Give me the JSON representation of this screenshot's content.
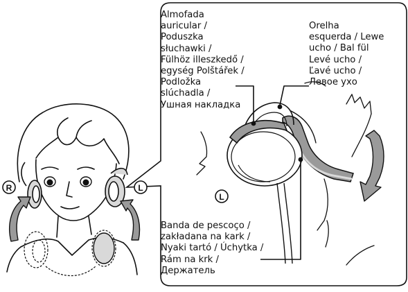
{
  "labels": {
    "ear_pad": [
      "Almofada",
      "auricular /",
      "Poduszka",
      "słuchawki /",
      "Fülhöz illeszkedő /",
      "egység Polštářek /",
      "Podložka",
      "slúchadla /",
      "Ушная накладка"
    ],
    "left_ear": [
      "Orelha",
      "esquerda / Lewe",
      "ucho / Bal fül",
      "Levé ucho /",
      "Ľavé ucho /",
      "Левое ухо"
    ],
    "neckband": [
      "Banda de pescoço /",
      "zakładana na kark /",
      "Nyaki tartó / Úchytka /",
      "Rám na krk /",
      "Держатель"
    ]
  },
  "markers": {
    "right": "R",
    "left": "L",
    "left_detail": "L"
  },
  "icons": [
    "rotate-arrow-icon",
    "swing-arrow-icon"
  ],
  "colors": {
    "line": "#111111",
    "gray_fill": "#9a9a9a",
    "light_fill": "#d9d9d9"
  }
}
